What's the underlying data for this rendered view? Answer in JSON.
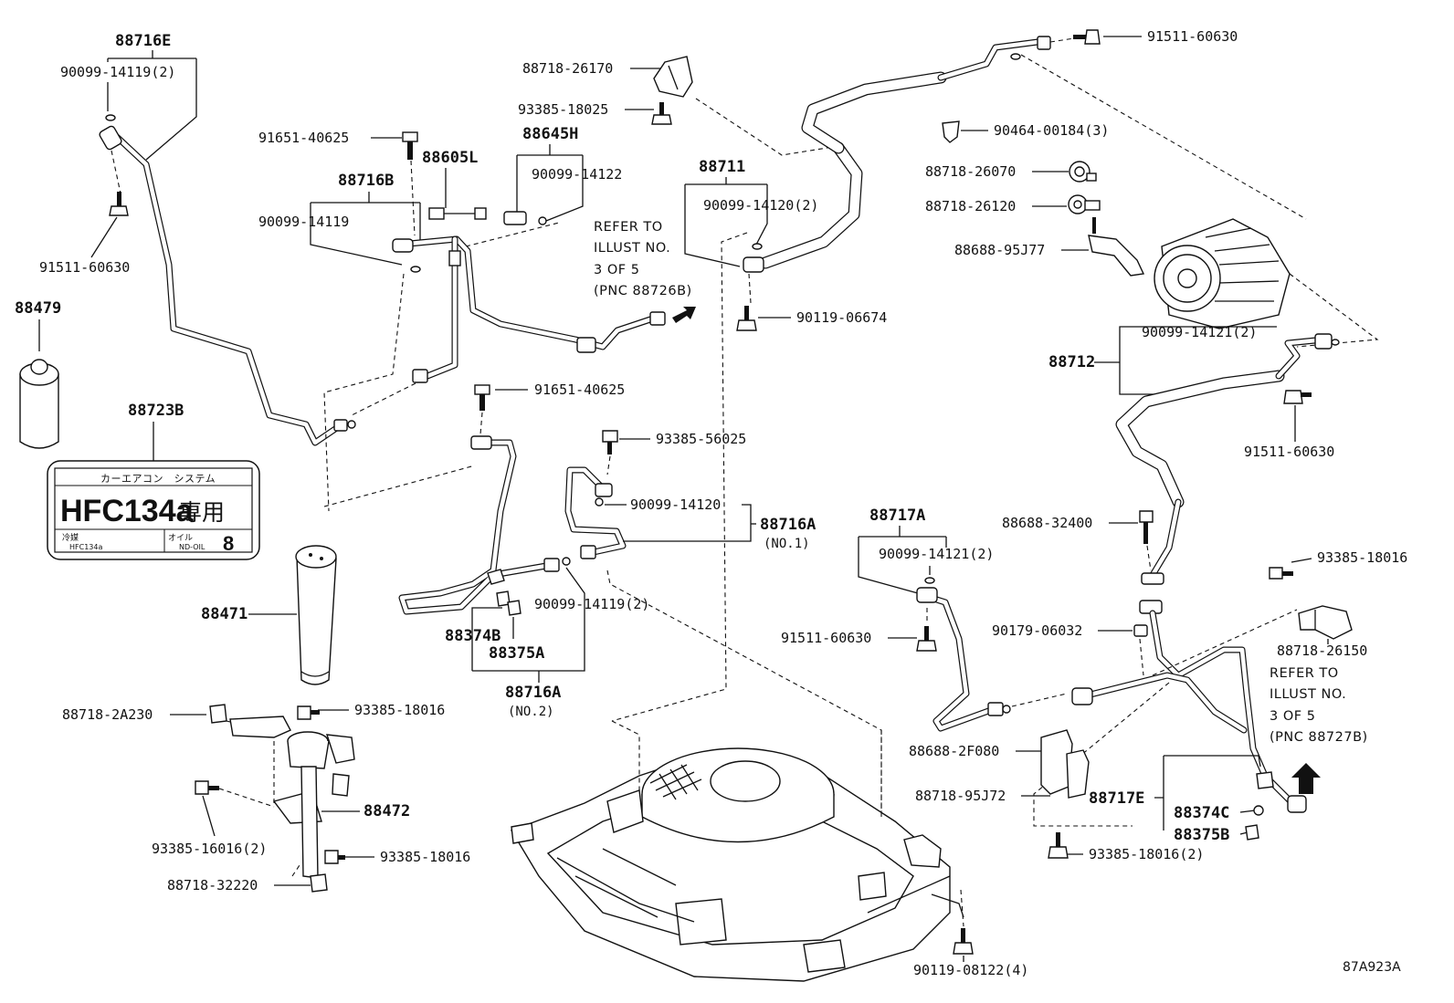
{
  "labels": {
    "p88716E": "88716E",
    "p90099_14119_2_top": "90099-14119(2)",
    "p91511_60630_a": "91511-60630",
    "p88479": "88479",
    "p88723B": "88723B",
    "p91651_40625_a": "91651-40625",
    "p88716B": "88716B",
    "p88605L": "88605L",
    "p90099_14119_a": "90099-14119",
    "p88645H": "88645H",
    "p90099_14122": "90099-14122",
    "p88718_26170": "88718-26170",
    "p93385_18025": "93385-18025",
    "p88711": "88711",
    "p90099_14120_2": "90099-14120(2)",
    "p90119_06674": "90119-06674",
    "p91511_60630_b": "91511-60630",
    "p90464_00184_3": "90464-00184(3)",
    "p88718_26070": "88718-26070",
    "p88718_26120": "88718-26120",
    "p88688_95J77": "88688-95J77",
    "p90099_14121_2_a": "90099-14121(2)",
    "p88712": "88712",
    "p91511_60630_c": "91511-60630",
    "p91651_40625_b": "91651-40625",
    "p93385_56025": "93385-56025",
    "p90099_14120": "90099-14120",
    "p88716A_1": "88716A",
    "p88716A_1_sub": "(NO.1)",
    "p88717A": "88717A",
    "p90099_14121_2_b": "90099-14121(2)",
    "p91511_60630_d": "91511-60630",
    "p88688_32400": "88688-32400",
    "p93385_18016_a": "93385-18016",
    "p90179_06032": "90179-06032",
    "p88718_26150": "88718-26150",
    "p88471": "88471",
    "p88374B": "88374B",
    "p88375A": "88375A",
    "p90099_14119_2_b": "90099-14119(2)",
    "p88716A_2": "88716A",
    "p88716A_2_sub": "(NO.2)",
    "p88718_2A230": "88718-2A230",
    "p93385_18016_b": "93385-18016",
    "p88472": "88472",
    "p93385_16016_2": "93385-16016(2)",
    "p93385_18016_c": "93385-18016",
    "p88718_32220": "88718-32220",
    "p88688_2F080": "88688-2F080",
    "p88718_95J72": "88718-95J72",
    "p88717E": "88717E",
    "p88374C": "88374C",
    "p88375B": "88375B",
    "p93385_18016_2": "93385-18016(2)",
    "p90119_08122_4": "90119-08122(4)",
    "code": "87A923A"
  },
  "refer_left": {
    "line1": "REFER TO",
    "line2": "ILLUST NO.",
    "line3": "3 OF 5",
    "line4": "(PNC 88726B)"
  },
  "refer_right": {
    "line1": "REFER TO",
    "line2": "ILLUST NO.",
    "line3": "3 OF 5",
    "line4": "(PNC 88727B)"
  },
  "sticker": {
    "header": "カーエアコン　システム",
    "main": "HFC134a",
    "kanji": "専用",
    "refrigerant_label": "冷媒",
    "refrigerant_value": "HFC134a",
    "oil_label": "オイル",
    "oil_value": "ND-OIL",
    "oil_number": "8"
  }
}
